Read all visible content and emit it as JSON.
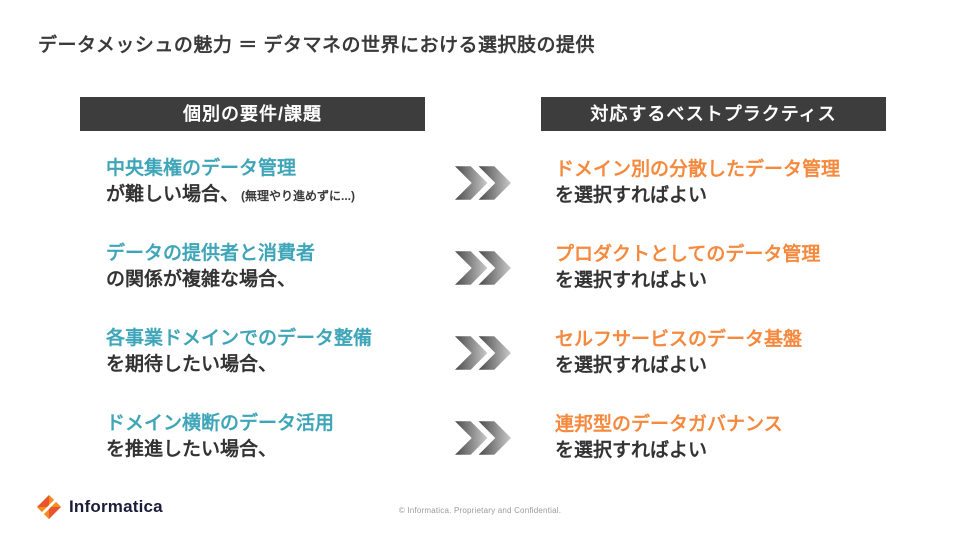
{
  "title": "データメッシュの魅力 ＝ デタマネの世界における選択肢の提供",
  "headers": {
    "left": "個別の要件/課題",
    "right": "対応するベストプラクティス"
  },
  "rows": [
    {
      "left_highlight": "中央集権のデータ管理",
      "left_rest": "が難しい場合、",
      "left_note": "(無理やり進めずに...)",
      "right_highlight": "ドメイン別の分散したデータ管理",
      "right_rest": "を選択すればよい"
    },
    {
      "left_highlight": "データの提供者と消費者",
      "left_rest": "の関係が複雑な場合、",
      "left_note": "",
      "right_highlight": "プロダクトとしてのデータ管理",
      "right_rest": "を選択すればよい"
    },
    {
      "left_highlight": "各事業ドメインでのデータ整備",
      "left_rest": "を期待したい場合、",
      "left_note": "",
      "right_highlight": "セルフサービスのデータ基盤",
      "right_rest": "を選択すればよい"
    },
    {
      "left_highlight": "ドメイン横断のデータ活用",
      "left_rest": "を推進したい場合、",
      "left_note": "",
      "right_highlight": "連邦型のデータガバナンス",
      "right_rest": "を選択すればよい"
    }
  ],
  "footer": {
    "logo_text": "Informatica",
    "copyright": "© Informatica. Proprietary and Confidential."
  },
  "colors": {
    "teal": "#3fa5b8",
    "orange": "#f5893d",
    "header_bg": "#3d3d3d",
    "chevron_dark": "#4a4a4a",
    "chevron_light": "#c9c9c9"
  }
}
